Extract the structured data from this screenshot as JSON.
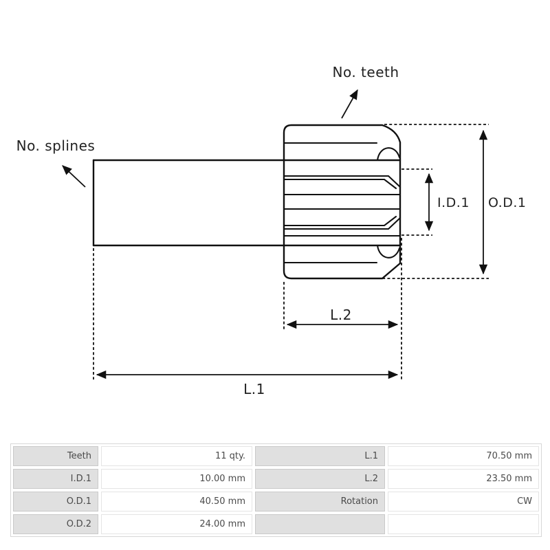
{
  "drawing": {
    "labels": {
      "no_teeth": "No. teeth",
      "no_splines": "No. splines",
      "id1": "I.D.1",
      "od1": "O.D.1",
      "l2": "L.2",
      "l1": "L.1"
    },
    "line_color": "#111111"
  },
  "spec_table": {
    "label_bg": "#e0e0e0",
    "text_color": "#4a4a4a",
    "left": [
      {
        "label": "Teeth",
        "value": "11 qty."
      },
      {
        "label": "I.D.1",
        "value": "10.00 mm"
      },
      {
        "label": "O.D.1",
        "value": "40.50 mm"
      },
      {
        "label": "O.D.2",
        "value": "24.00 mm"
      }
    ],
    "right": [
      {
        "label": "L.1",
        "value": "70.50 mm"
      },
      {
        "label": "L.2",
        "value": "23.50 mm"
      },
      {
        "label": "Rotation",
        "value": "CW"
      },
      {
        "label": "",
        "value": ""
      }
    ]
  }
}
